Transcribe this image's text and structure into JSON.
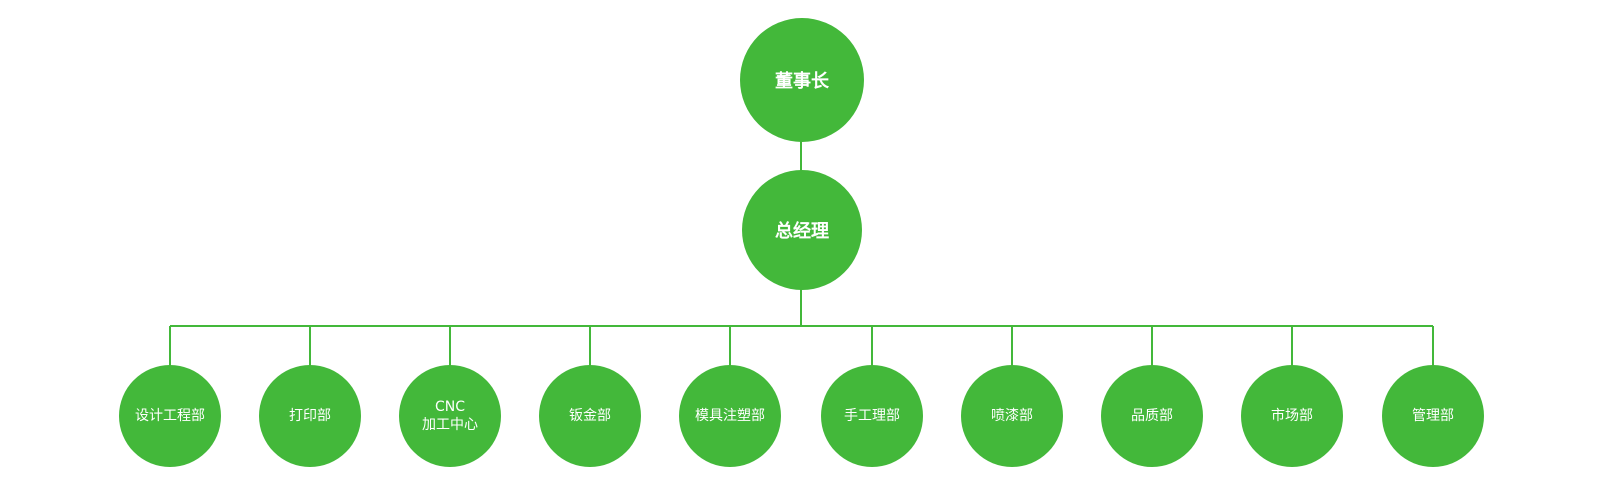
{
  "diagram": {
    "colors": {
      "node_fill": "#43b83a",
      "node_text": "#ffffff",
      "connector": "#43b83a"
    },
    "chairman": {
      "label": "董事长"
    },
    "general_manager": {
      "label": "总经理"
    },
    "departments": [
      {
        "label": "设计工程部"
      },
      {
        "label": "打印部"
      },
      {
        "label_line1": "CNC",
        "label_line2": "加工中心"
      },
      {
        "label": "钣金部"
      },
      {
        "label": "模具注塑部"
      },
      {
        "label": "手工理部"
      },
      {
        "label": "喷漆部"
      },
      {
        "label": "品质部"
      },
      {
        "label": "市场部"
      },
      {
        "label": "管理部"
      }
    ]
  }
}
